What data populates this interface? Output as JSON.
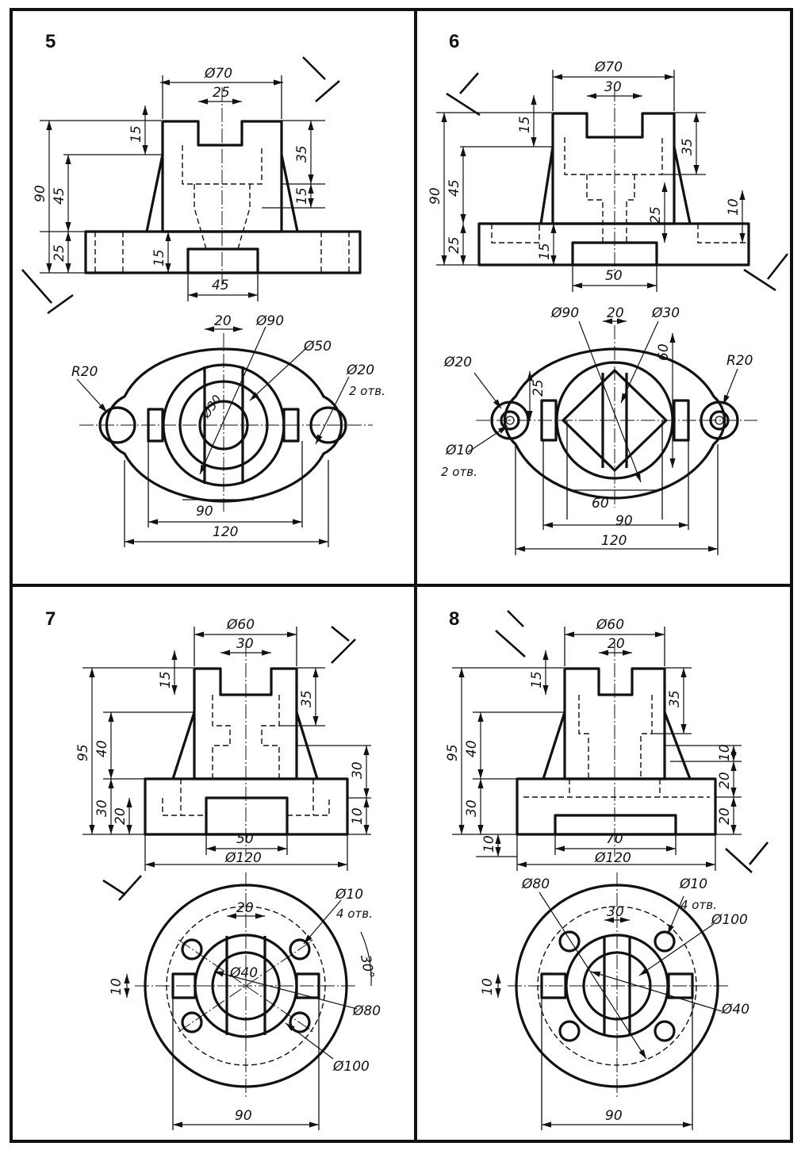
{
  "panels": [
    {
      "number": "5",
      "front": {
        "d_top": "Ø70",
        "slot": "25",
        "h_top": "15",
        "h_total": "90",
        "h_mid": "45",
        "h_base": "25",
        "h_inner": "35",
        "h_step": "15",
        "h_bottom": "15",
        "w_bottom": "45"
      },
      "plan": {
        "w_top": "20",
        "d_outer": "Ø90",
        "d_mid": "Ø50",
        "d_hole": "Ø20",
        "holes": "2 отв.",
        "radius": "R20",
        "d_inner": "Ø30",
        "w_90": "90",
        "w_120": "120"
      }
    },
    {
      "number": "6",
      "front": {
        "d_top": "Ø70",
        "slot": "30",
        "h_top": "15",
        "h_total": "90",
        "h_mid": "45",
        "h_base": "25",
        "h_inner": "35",
        "h_step": "25",
        "h_flange": "10",
        "h_bottom": "15",
        "w_bottom": "50"
      },
      "plan": {
        "d_outer": "Ø90",
        "w_top": "20",
        "d_inner": "Ø30",
        "side": "60",
        "radius": "R20",
        "d_hole": "Ø20",
        "h_25": "25",
        "d_small": "Ø10",
        "holes": "2 отв.",
        "w_60": "60",
        "w_90": "90",
        "w_120": "120"
      }
    },
    {
      "number": "7",
      "front": {
        "d_top": "Ø60",
        "slot": "30",
        "h_top": "15",
        "h_total": "95",
        "h_mid": "40",
        "h_base": "30",
        "h_low": "20",
        "h_inner": "35",
        "h_right": "30",
        "h_right2": "10",
        "w_bottom": "50",
        "d_base": "Ø120"
      },
      "plan": {
        "w_top": "20",
        "d_hole": "Ø10",
        "holes": "4 отв.",
        "angle": "30°",
        "d_inner": "Ø40",
        "w_10": "10",
        "d_mid": "Ø80",
        "d_outer": "Ø100",
        "w_90": "90"
      }
    },
    {
      "number": "8",
      "front": {
        "d_top": "Ø60",
        "slot": "20",
        "h_top": "15",
        "h_total": "95",
        "h_mid": "40",
        "h_base": "30",
        "h_low": "10",
        "h_inner": "35",
        "h_r1": "10",
        "h_r2": "20",
        "h_r3": "20",
        "w_bottom": "70",
        "d_base": "Ø120"
      },
      "plan": {
        "d_mid": "Ø80",
        "w_top": "30",
        "d_hole": "Ø10",
        "holes": "4 отв.",
        "d_outer": "Ø100",
        "w_10": "10",
        "d_inner": "Ø40",
        "w_90": "90"
      }
    }
  ]
}
